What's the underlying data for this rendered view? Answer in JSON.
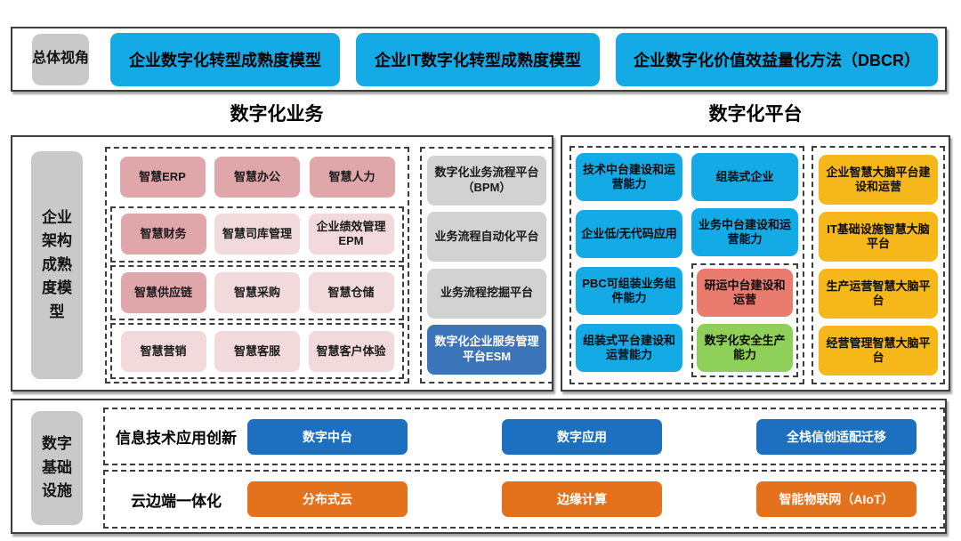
{
  "colors": {
    "cyan": "#14AAE6",
    "pink_dark": "#E0A7AB",
    "pink_light": "#F2DADC",
    "gray_label": "#C9C9C9",
    "gray_platform": "#D2D2D2",
    "esm_blue": "#3B74B8",
    "yellow": "#F6B71B",
    "red": "#E97B6F",
    "green": "#8FD05A",
    "deep_blue": "#1C70BF",
    "orange": "#E4711C"
  },
  "overview": {
    "label": "总体视角",
    "models": [
      "企业数字化转型成熟度模型",
      "企业IT数字化转型成熟度模型",
      "企业数字化价值效益量化方法（DBCR）"
    ]
  },
  "section_headers": {
    "business": "数字化业务",
    "platform": "数字化平台"
  },
  "architecture": {
    "label": "企业架构成熟度模型",
    "app_rows": [
      [
        "智慧ERP",
        "智慧办公",
        "智慧人力"
      ],
      [
        "智慧财务",
        "智慧司库管理",
        "企业绩效管理EPM"
      ],
      [
        "智慧供应链",
        "智慧采购",
        "智慧仓储"
      ],
      [
        "智慧营销",
        "智慧客服",
        "智慧客户体验"
      ]
    ],
    "process_platforms": [
      "数字化业务流程平台（BPM）",
      "业务流程自动化平台",
      "业务流程挖掘平台",
      "数字化企业服务管理平台ESM"
    ]
  },
  "platform": {
    "left_col": [
      "技术中台建设和运营能力",
      "企业低/无代码应用",
      "PBC可组装业务组件能力",
      "组装式平台建设和运营能力"
    ],
    "mid_col_top": [
      "组装式企业",
      "业务中台建设和运营能力"
    ],
    "mid_col_sub": [
      "研运中台建设和运营",
      "数字化安全生产能力"
    ],
    "brain_col": [
      "企业智慧大脑平台建设和运营",
      "IT基础设施智慧大脑平台",
      "生产运营智慧大脑平台",
      "经营管理智慧大脑平台"
    ]
  },
  "infrastructure": {
    "label": "数字基础设施",
    "xinchuang": {
      "label": "信息技术应用创新",
      "items": [
        "数字中台",
        "数字应用",
        "全栈信创适配迁移"
      ]
    },
    "cloud": {
      "label": "云边端一体化",
      "items": [
        "分布式云",
        "边缘计算",
        "智能物联网（AIoT）"
      ]
    }
  }
}
